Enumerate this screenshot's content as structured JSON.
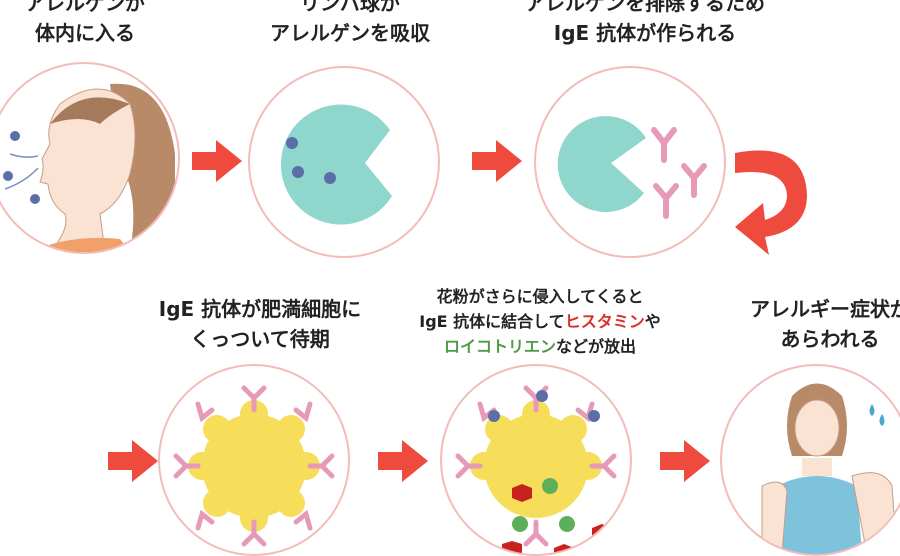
{
  "steps": [
    {
      "line1": "アレルゲンが",
      "line2": "体内に入る"
    },
    {
      "line1": "リンパ球が",
      "line2": "アレルゲンを吸収"
    },
    {
      "line1": "アレルゲンを排除するため",
      "line2": "IgE 抗体が作られる"
    },
    {
      "line1": "IgE 抗体が肥満細胞に",
      "line2": "くっついて待期"
    },
    {
      "line1": "花粉がさらに侵入してくると",
      "line2a": "IgE 抗体に結合して",
      "line2_red": "ヒスタミン",
      "line2b": "や",
      "line3_green": "ロイコトリエン",
      "line3b": "などが放出"
    },
    {
      "line1": "アレルギー症状が",
      "line2": "あらわれる"
    }
  ],
  "colors": {
    "arrow": "#ee4a3e",
    "circle_border": "#f3bcb8",
    "lymphocyte": "#8fd6cc",
    "antibody": "#e79ab8",
    "mast_cell": "#f6dd5a",
    "histamine": "#c8221e",
    "leukotriene": "#5fae5a",
    "allergen": "#5a6fa8"
  }
}
